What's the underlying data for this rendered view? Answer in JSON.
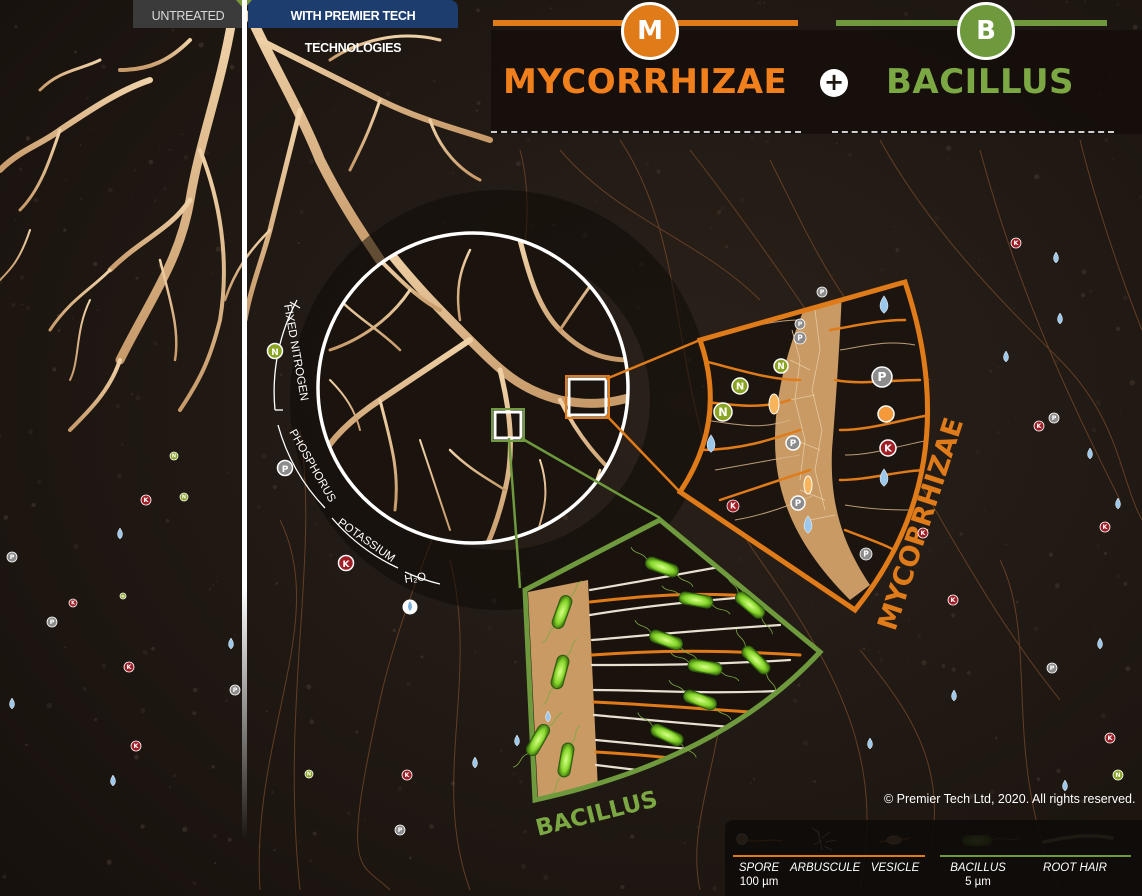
{
  "tabs": {
    "untreated": "UNTREATED",
    "treated": "WITH PREMIER TECH TECHNOLOGIES"
  },
  "header": {
    "m_badge": "M",
    "b_badge": "B",
    "mycorrhizae_title": "MYCORRHIZAE",
    "bacillus_title": "BACILLUS",
    "plus_symbol": "+"
  },
  "ring_labels": {
    "fixed_nitrogen": "FIXED NITROGEN",
    "phosphorus": "PHOSPHORUS",
    "potassium": "POTASSIUM",
    "water": "H₂O"
  },
  "nutrient_tokens": {
    "nitrogen": "N",
    "phosphorus": "P",
    "potassium": "K"
  },
  "wedge_labels": {
    "mycorrhizae": "MYCORRHIZAE",
    "bacillus": "BACILLUS"
  },
  "copyright": "© Premier Tech Ltd, 2020. All rights reserved.",
  "legend": {
    "spore": "SPORE",
    "spore_scale": "100 µm",
    "arbuscule": "ARBUSCULE",
    "vesicle": "VESICLE",
    "bacillus": "BACILLUS",
    "bacillus_scale": "5 µm",
    "root_hair": "ROOT HAIR"
  },
  "colors": {
    "soil": "#1f1712",
    "root": "#d9b48a",
    "mycorrhizae_orange": "#e07b1a",
    "bacillus_green": "#6e9a3d",
    "bacillus_bright": "#9fe33a",
    "nitrogen": "#8aa523",
    "phosphorus": "#8c8c8c",
    "potassium": "#a01d26",
    "water": "#9cc8ec",
    "tab_treated": "#1c3d6e",
    "tab_untreated": "#3b3b3b"
  }
}
